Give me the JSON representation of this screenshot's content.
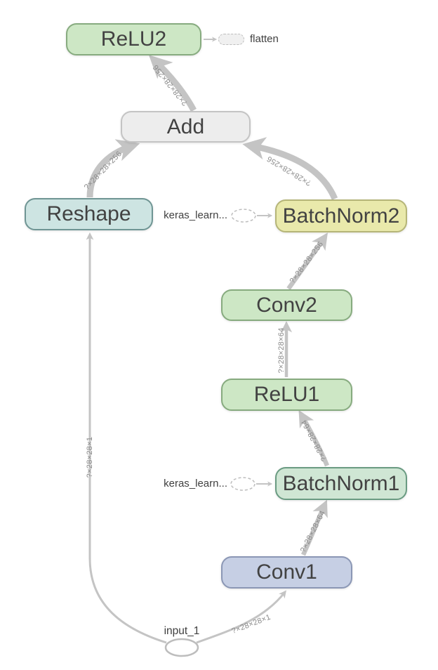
{
  "nodes": {
    "relu2": {
      "label": "ReLU2",
      "fill": "#cde7c5",
      "border": "#87ab7f"
    },
    "add": {
      "label": "Add",
      "fill": "#ededed",
      "border": "#c4c4c4"
    },
    "reshape": {
      "label": "Reshape",
      "fill": "#cde4e2",
      "border": "#6f9594"
    },
    "batchnorm2": {
      "label": "BatchNorm2",
      "fill": "#e9e9ab",
      "border": "#b5b578"
    },
    "conv2": {
      "label": "Conv2",
      "fill": "#cde7c5",
      "border": "#87ab7f"
    },
    "relu1": {
      "label": "ReLU1",
      "fill": "#cde7c5",
      "border": "#87ab7f"
    },
    "batchnorm1": {
      "label": "BatchNorm1",
      "fill": "#cfe6d4",
      "border": "#6a9b82"
    },
    "conv1": {
      "label": "Conv1",
      "fill": "#c6cfe4",
      "border": "#8b97b5"
    }
  },
  "annotations": {
    "flatten_label": "flatten",
    "keras_learning_top": "keras_learn...",
    "keras_learning_bottom": "keras_learn...",
    "input_label": "input_1"
  },
  "edges": [
    {
      "from": "input_1",
      "to": "Conv1",
      "label": "?×28×28×1"
    },
    {
      "from": "input_1",
      "to": "Reshape",
      "label": "?×28×28×1"
    },
    {
      "from": "Conv1",
      "to": "BatchNorm1",
      "label": "?×28×28×64"
    },
    {
      "from": "BatchNorm1",
      "to": "ReLU1",
      "label": "?×28×28×64"
    },
    {
      "from": "ReLU1",
      "to": "Conv2",
      "label": "?×28×28×64"
    },
    {
      "from": "Conv2",
      "to": "BatchNorm2",
      "label": "?×28×28×256"
    },
    {
      "from": "BatchNorm2",
      "to": "Add",
      "label": "?×28×28×256"
    },
    {
      "from": "Reshape",
      "to": "Add",
      "label": "?×28×28×256"
    },
    {
      "from": "Add",
      "to": "ReLU2",
      "label": "?×28×28×256"
    },
    {
      "from": "ReLU2",
      "to": "flatten",
      "label": ""
    }
  ],
  "colors": {
    "edge": "#c4c4c4",
    "edge_label": "#8a8a8a",
    "node_text": "#424242",
    "background": "#ffffff"
  }
}
